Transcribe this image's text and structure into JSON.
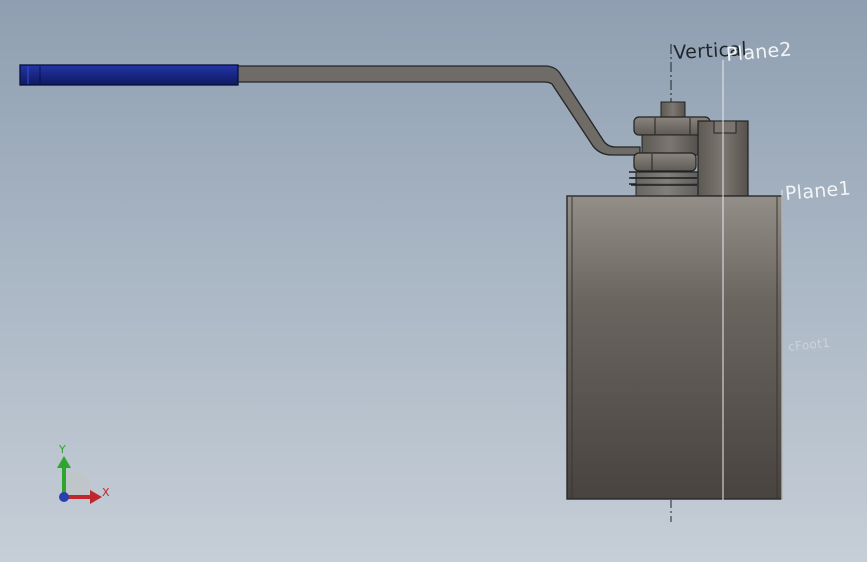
{
  "labels": {
    "vertical": "Vertical",
    "plane2": "Plane2",
    "plane1": "Plane1",
    "faint": "cFoot1"
  },
  "triad": {
    "y": "Y",
    "x": "X"
  },
  "colors": {
    "handle_grip": "#1b2a8f",
    "body_top": "#918c85",
    "body_bottom": "#47423e",
    "stem": "#6e6a64",
    "axis_y": "#2ea52e",
    "axis_x": "#c0262c",
    "axis_z": "#2a3fb0"
  }
}
